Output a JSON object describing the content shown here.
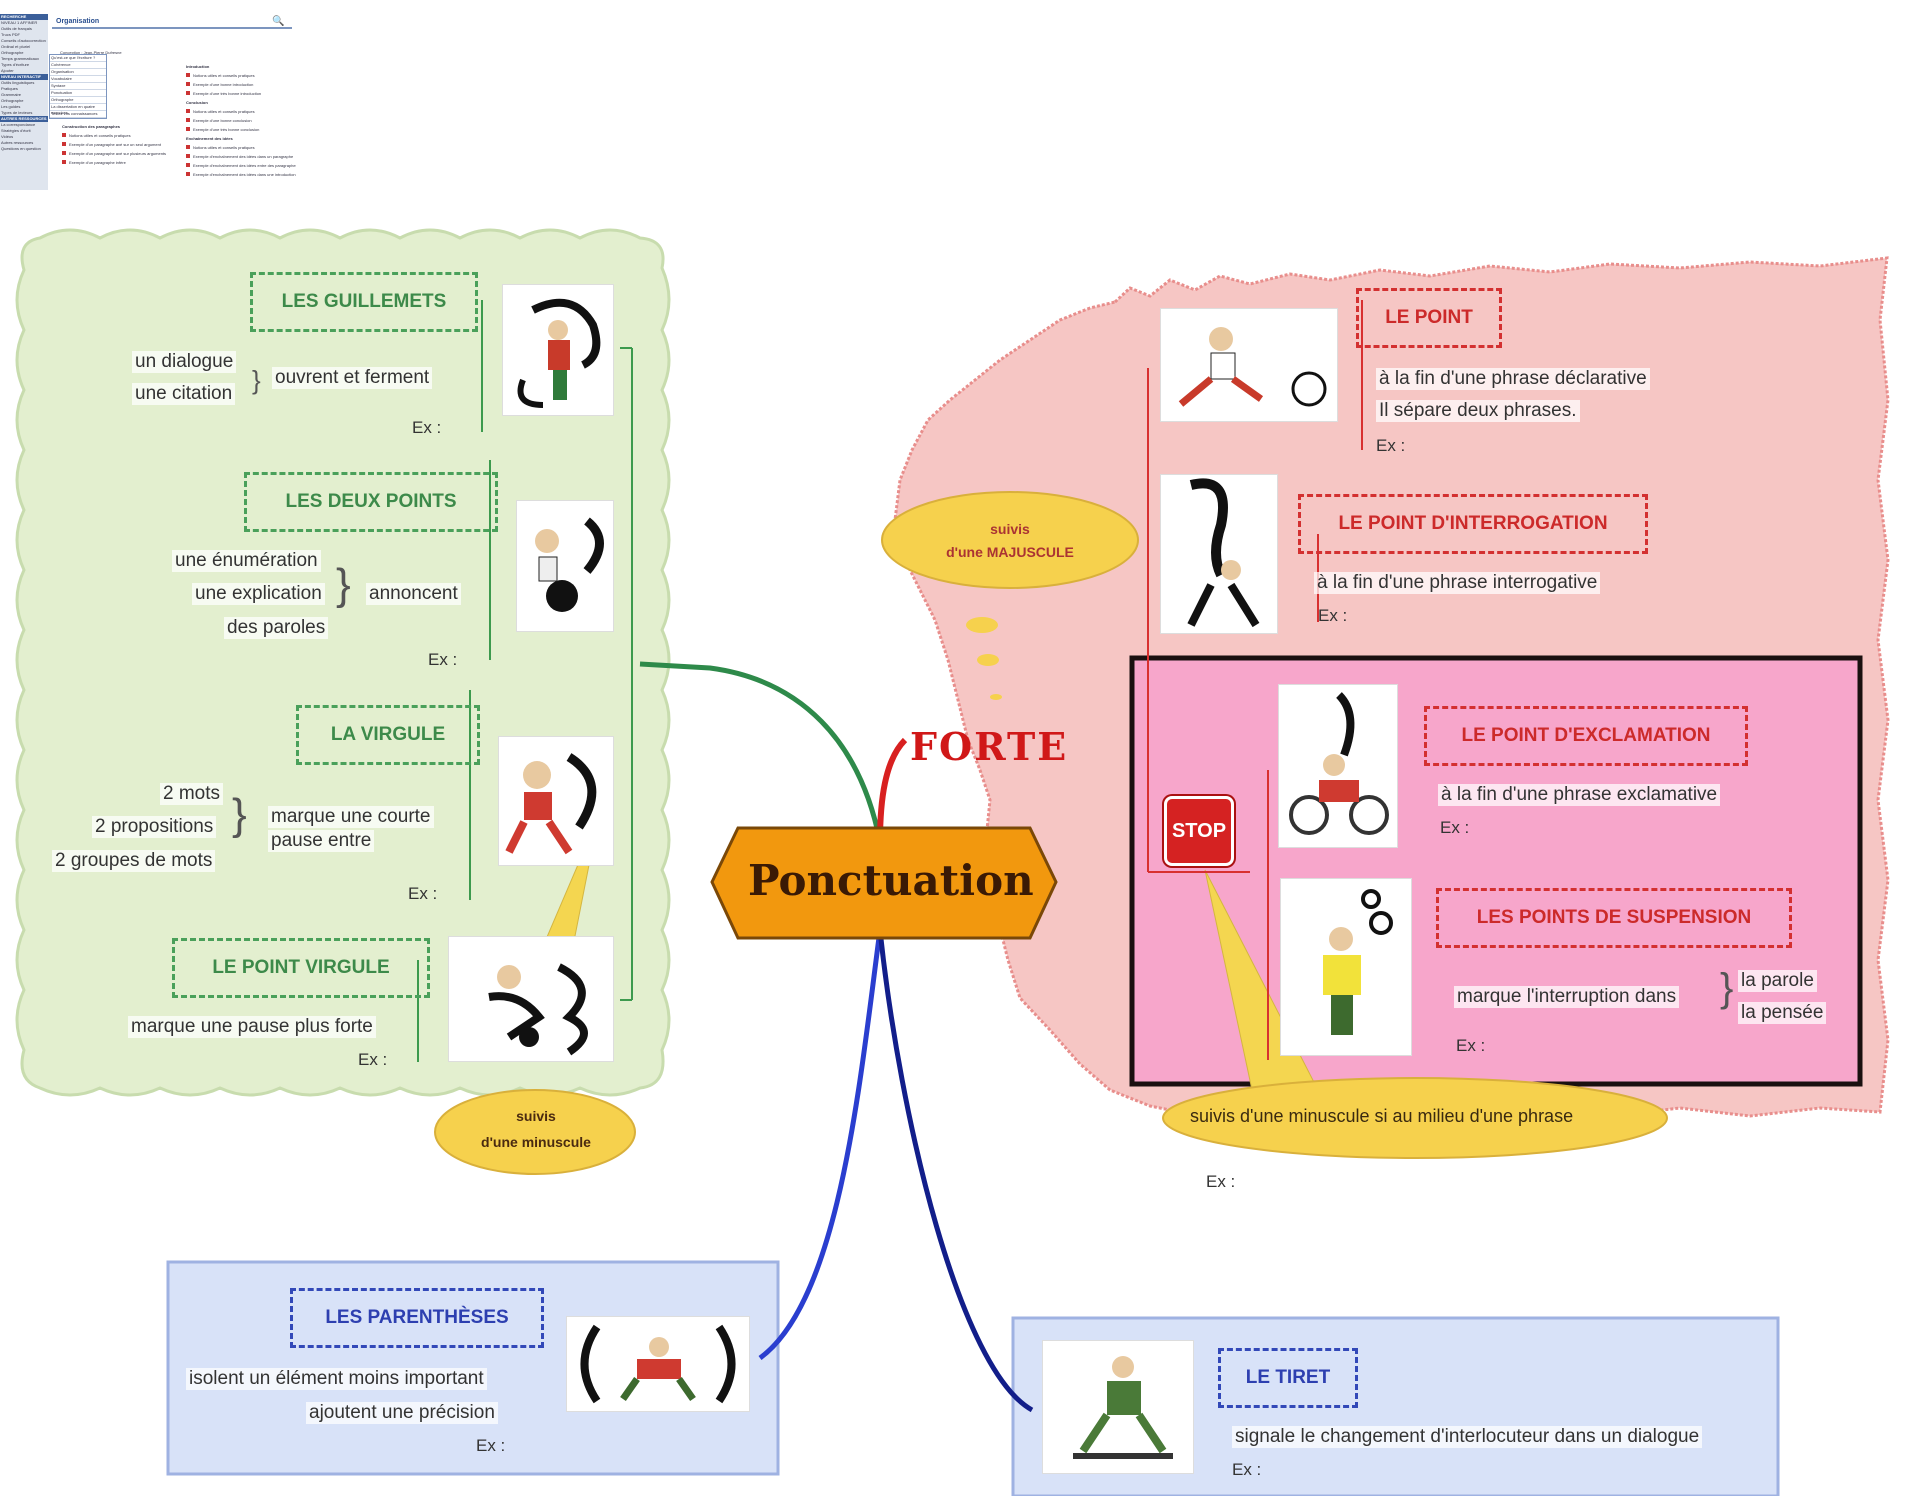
{
  "thumbnail": {
    "title": "Organisation",
    "sidebar": [
      "RECHERCHE",
      "NIVEAU 1 AFFINER",
      "Outils de français",
      "Trucs PDF",
      "Conseils d'autocorrection",
      "Ordinal et pluriel",
      "Orthographe",
      "Temps grammaticaux",
      "Types d'écriture",
      "Ajouter",
      "NIVEAU INTERACTIF",
      "Outils linguistiques",
      "Pratiques",
      "Grammaire",
      "Orthographe",
      "Les guides",
      "Types de lecteurs",
      "AUTRES RESSOURCES",
      "La correspondance",
      "Stratégies d'écrit",
      "Vidéos",
      "Autres ressources",
      "Questions en question"
    ],
    "dropdown": [
      "Qu'est-ce que l'écriture ?",
      "Cohérence",
      "Organisation",
      "Vocabulaire",
      "Syntaxe",
      "Ponctuation",
      "Orthographe",
      "La dissertation en quatre exercices",
      "Testez vos connaissances"
    ],
    "subtitle": "Conception : Jean-Pierre Dufresne",
    "left_items": [
      "Construction des paragraphes",
      "Notions utiles et conseils pratiques",
      "Exemple d'un paragraphe axé sur un seul argument",
      "Exemple d'un paragraphe axé sur plusieurs arguments",
      "Exemple d'un paragraphe infère"
    ],
    "right_items": [
      "Introduction",
      "Notions utiles et conseils pratiques",
      "Exemple d'une bonne introduction",
      "Exemple d'une très bonne introduction",
      "Conclusion",
      "Notions utiles et conseils pratiques",
      "Exemple d'une bonne conclusion",
      "Exemple d'une très bonne conclusion",
      "Enchaînement des idées",
      "Notions utiles et conseils pratiques",
      "Exemple d'enchaînement des idées dans un paragraphe",
      "Exemple d'enchaînement des idées entre des paragraphes",
      "Exemple d'enchaînement des idées dans une introduction"
    ]
  },
  "central": {
    "title": "Ponctuation"
  },
  "forte": "FORTE",
  "guillemets": {
    "title": "LES GUILLEMETS",
    "verb": "ouvrent et ferment",
    "items": [
      "un dialogue",
      "une citation"
    ],
    "ex": "Ex :"
  },
  "deux_points": {
    "title": "LES DEUX POINTS",
    "verb": "annoncent",
    "items": [
      "une énumération",
      "une explication",
      "des paroles"
    ],
    "ex": "Ex :"
  },
  "virgule": {
    "title": "LA VIRGULE",
    "verb_line1": "marque une courte",
    "verb_line2": "pause entre",
    "items": [
      "2 mots",
      "2 propositions",
      "2 groupes de mots"
    ],
    "ex": "Ex :"
  },
  "point_virgule": {
    "title": "LE POINT VIRGULE",
    "desc": "marque une pause plus forte",
    "ex": "Ex :"
  },
  "bubble_minuscule": {
    "line1": "suivis",
    "line2": "d'une minuscule"
  },
  "bubble_majuscule": {
    "line1": "suivis",
    "line2": "d'une MAJUSCULE"
  },
  "point": {
    "title": "LE POINT",
    "lines": [
      "à la fin d'une phrase déclarative",
      "Il sépare deux phrases."
    ],
    "ex": "Ex :"
  },
  "point_interrogation": {
    "title": "LE POINT D'INTERROGATION",
    "line": "à la fin d'une phrase interrogative",
    "ex": "Ex :"
  },
  "point_exclamation": {
    "title": "LE POINT D'EXCLAMATION",
    "line": "à la fin d'une phrase exclamative",
    "ex": "Ex :"
  },
  "points_suspension": {
    "title": "LES POINTS DE SUSPENSION",
    "line": "marque l'interruption dans",
    "items": [
      "la parole",
      "la pensée"
    ],
    "ex": "Ex :"
  },
  "stop_sign": "STOP",
  "bubble_milieu": {
    "text": "suivis d'une minuscule si au milieu d'une phrase",
    "ex": "Ex :"
  },
  "parentheses": {
    "title": "LES PARENTHÈSES",
    "lines": [
      "isolent un élément moins important",
      "ajoutent une précision"
    ],
    "ex": "Ex :"
  },
  "tiret": {
    "title": "LE TIRET",
    "line": "signale le changement d'interlocuteur dans un  dialogue",
    "ex": "Ex :"
  }
}
